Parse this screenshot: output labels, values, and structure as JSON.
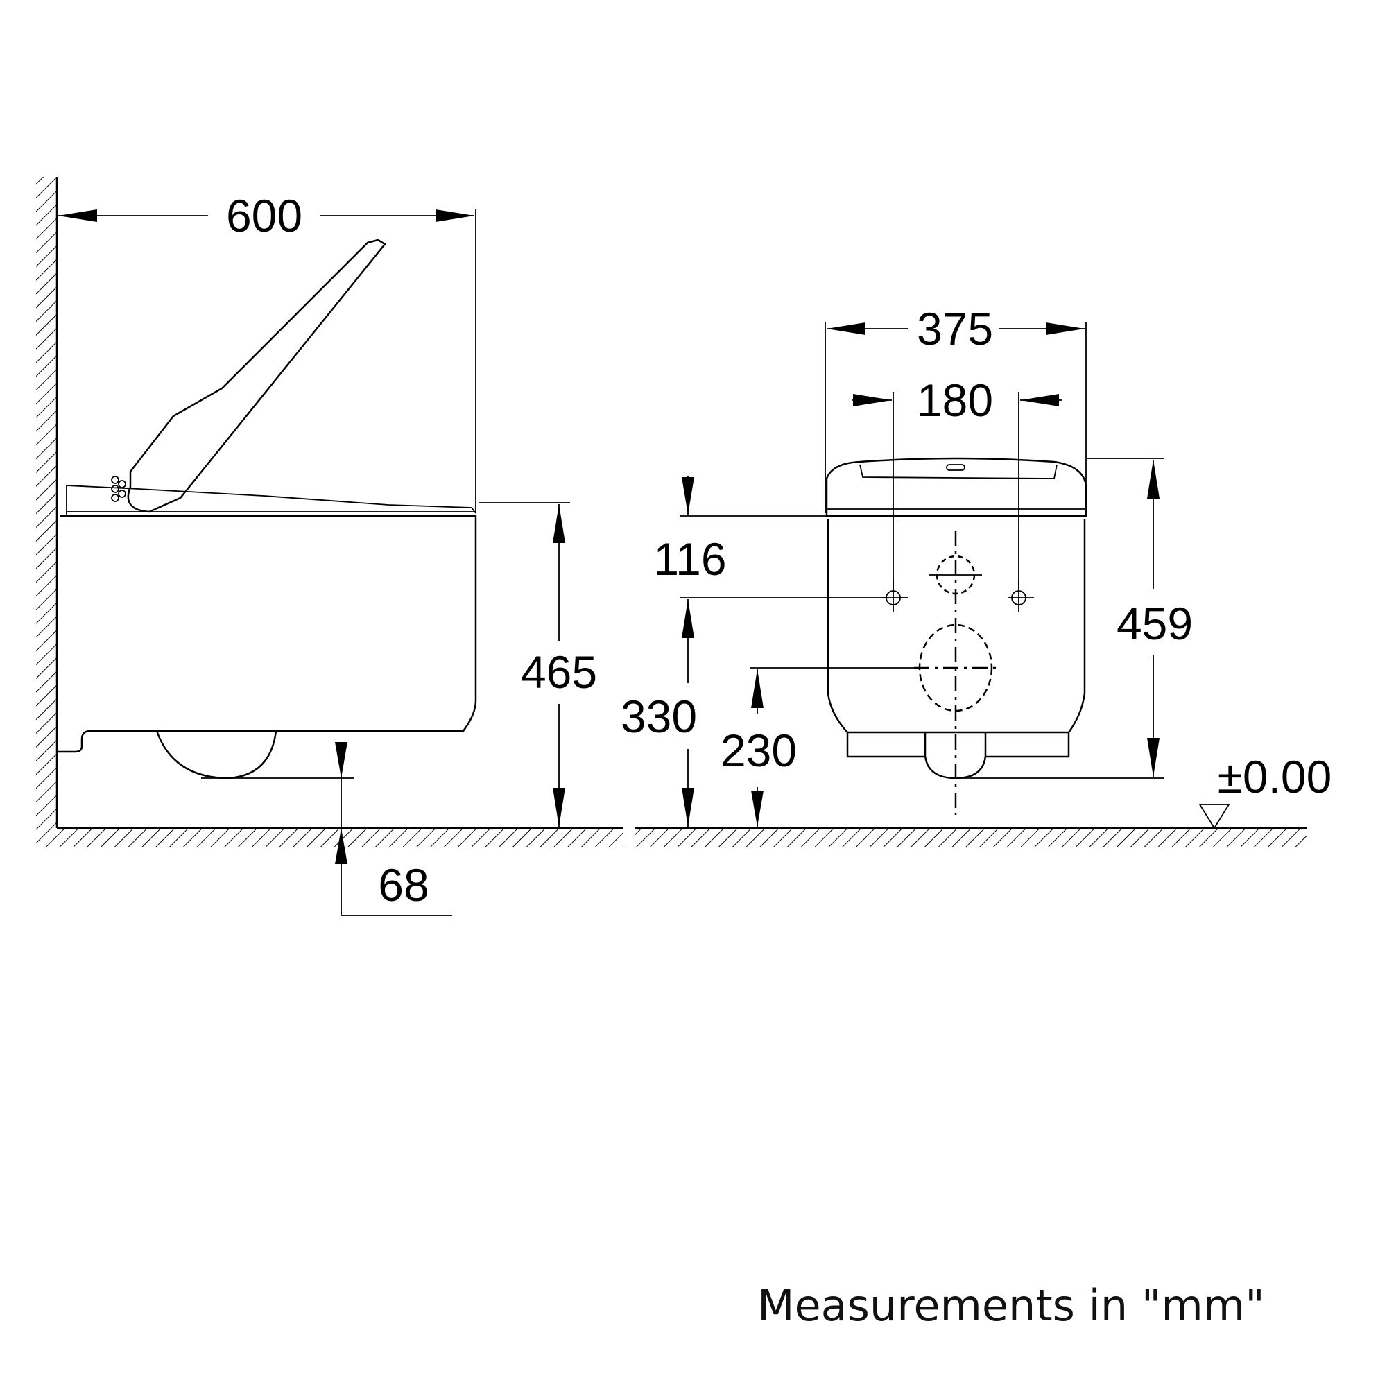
{
  "side_view": {
    "width_label": "600",
    "seat_height_label": "465",
    "bottom_clearance_label": "68"
  },
  "front_view": {
    "width_label": "375",
    "fixing_spacing_label": "180",
    "seat_to_fixing_label": "116",
    "fixing_height_label": "330",
    "outlet_height_label": "230",
    "total_height_label": "459",
    "floor_level_label": "±0.00"
  },
  "footer": {
    "units_note": "Measurements in \"mm\""
  }
}
